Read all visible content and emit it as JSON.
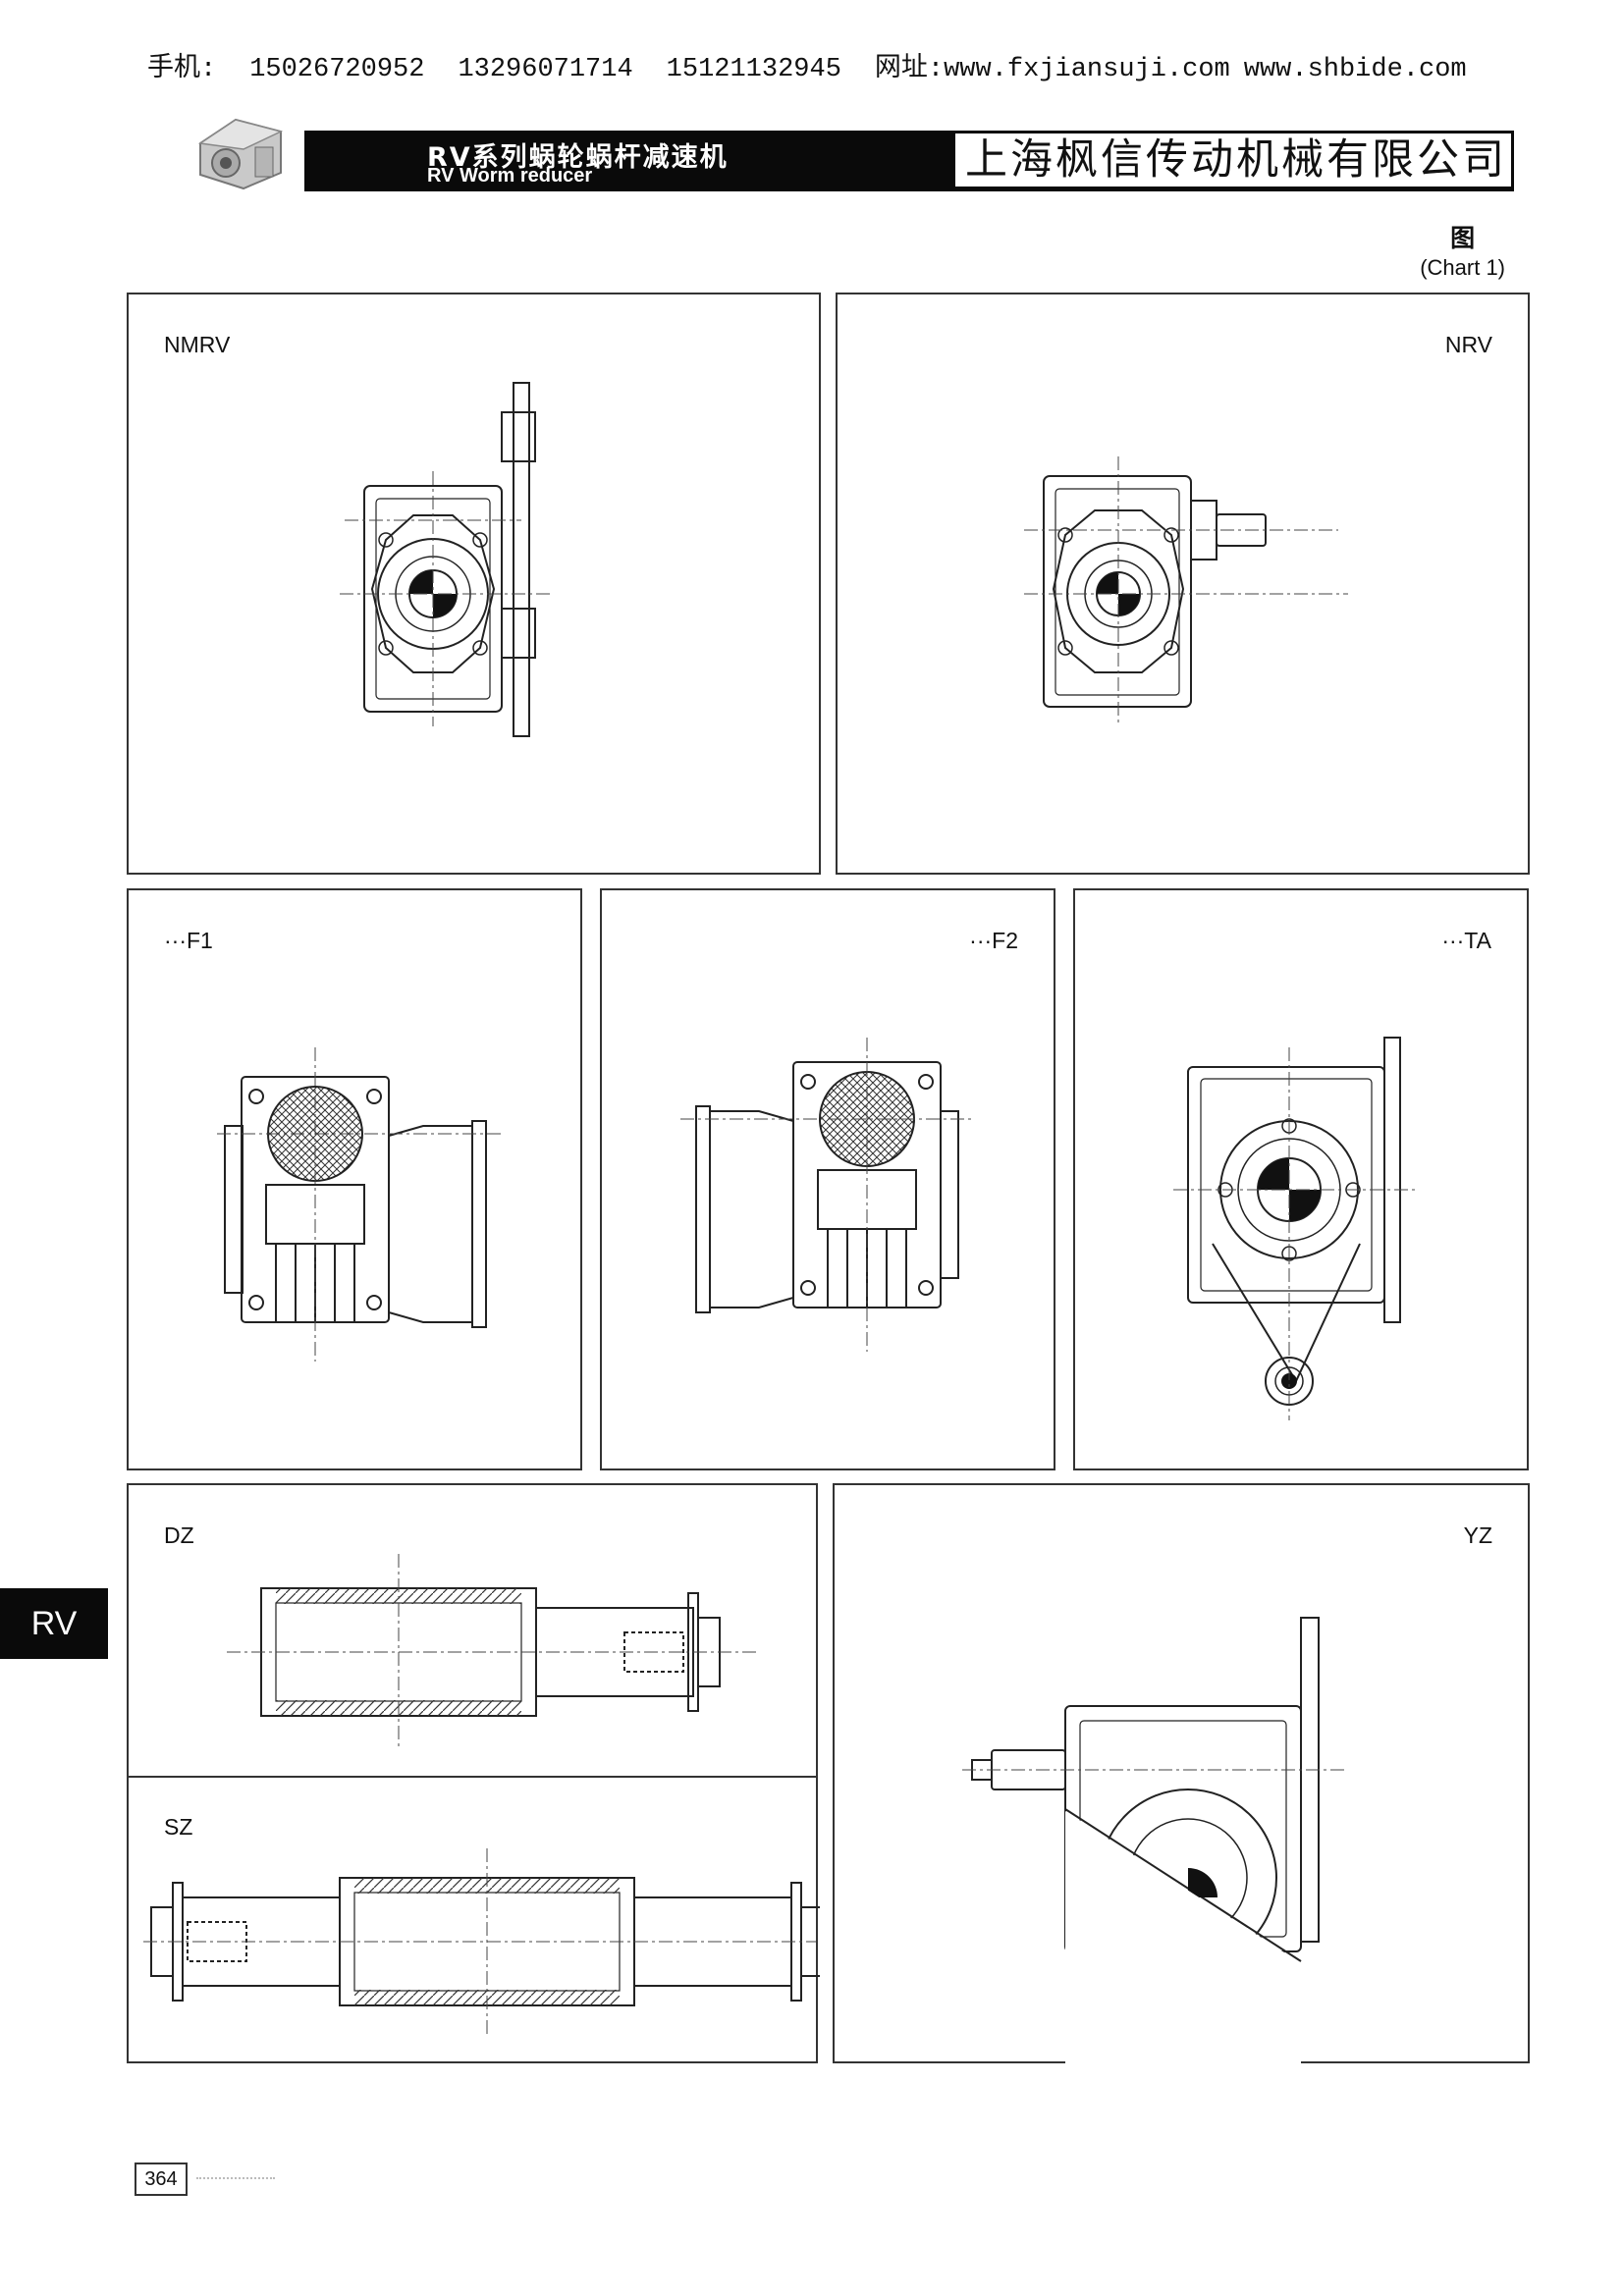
{
  "header": {
    "contact": {
      "phone_label": "手机:",
      "phones": [
        "15026720952",
        "13296071714",
        "15121132945"
      ],
      "website_label": "网址:",
      "websites": [
        "www.fxjiansuji.com",
        "www.shbide.com"
      ]
    },
    "banner_title_cn": "RV系列蜗轮蜗杆减速机",
    "banner_title_en": "RV Worm reducer",
    "company_name": "上海枫信传动机械有限公司"
  },
  "chart_caption": {
    "cn": "图",
    "en": "(Chart 1)"
  },
  "panels": {
    "nmrv": "NMRV",
    "nrv": "NRV",
    "f1": "···F1",
    "f2": "···F2",
    "ta": "···TA",
    "dz": "DZ",
    "sz": "SZ",
    "yz": "YZ"
  },
  "side_tab": "RV",
  "page_number": "364"
}
